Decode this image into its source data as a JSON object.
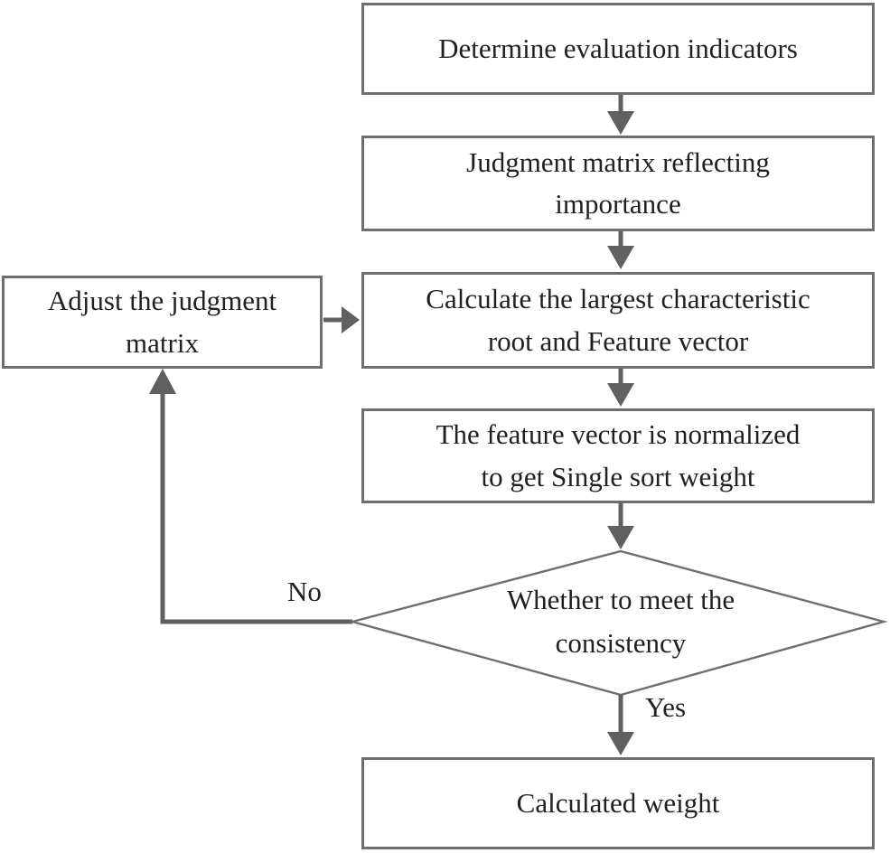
{
  "colors": {
    "border": "#6d6e71",
    "arrow": "#5f6062",
    "text": "#231f20",
    "background": "#ffffff"
  },
  "nodes": {
    "determine": {
      "lines": [
        "Determine evaluation indicators"
      ]
    },
    "judgment": {
      "lines": [
        "Judgment matrix reflecting",
        "importance"
      ]
    },
    "adjust": {
      "lines": [
        "Adjust the judgment",
        "matrix"
      ]
    },
    "calculate": {
      "lines": [
        "Calculate the largest characteristic",
        "root and Feature vector"
      ]
    },
    "normalize": {
      "lines": [
        "The feature vector is normalized",
        "to get Single sort weight"
      ]
    },
    "decision": {
      "lines": [
        "Whether to meet the",
        "consistency"
      ]
    },
    "result": {
      "lines": [
        "Calculated weight"
      ]
    }
  },
  "edges": {
    "no_label": "No",
    "yes_label": "Yes"
  }
}
